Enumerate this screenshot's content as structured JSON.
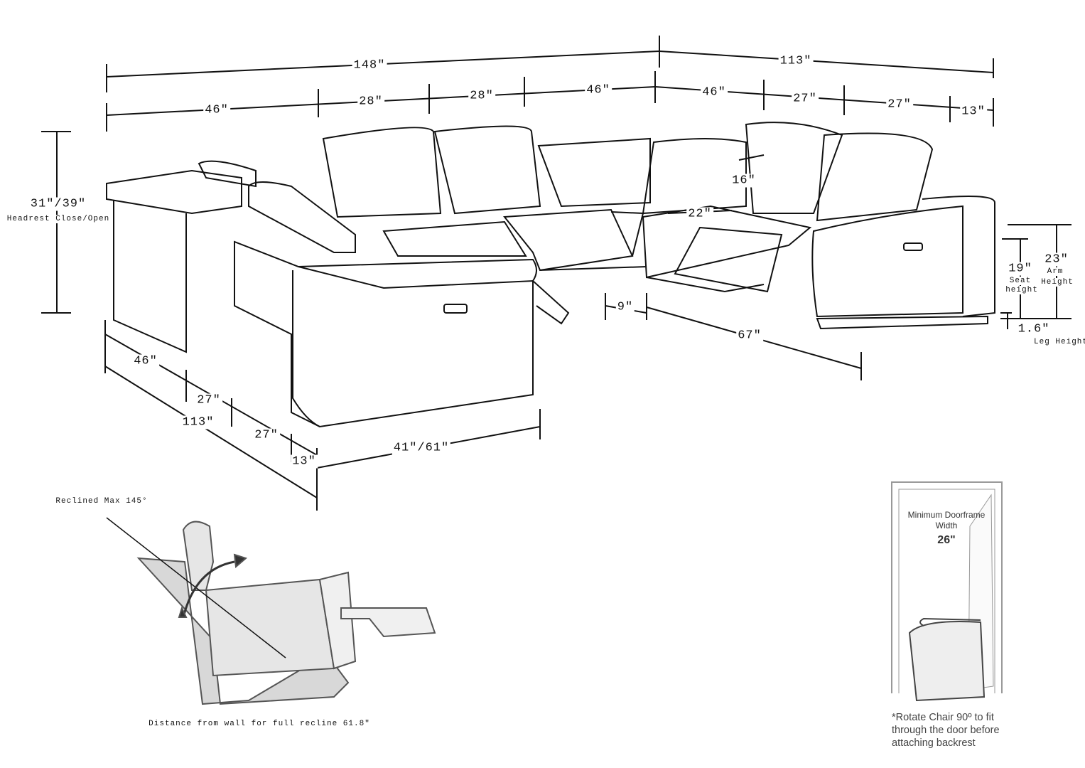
{
  "dimensions": {
    "total_back_left": "148\"",
    "total_back_right": "113\"",
    "seg_1": "46\"",
    "seg_2": "28\"",
    "seg_3": "28\"",
    "seg_4": "46\"",
    "seg_5": "46\"",
    "seg_6": "27\"",
    "seg_7": "27\"",
    "seg_8": "13\"",
    "height": "31\"/39\"",
    "height_caption": "Headrest Close/Open",
    "headrest": "16\"",
    "seat_depth": "22\"",
    "corner_gap": "9\"",
    "right_depth": "67\"",
    "seat_height": "19\"",
    "seat_height_caption_1": "Seat",
    "seat_height_caption_2": "height",
    "arm_height": "23\"",
    "arm_height_caption_1": "Arm",
    "arm_height_caption_2": "Height",
    "leg_height": "1.6\"",
    "leg_height_caption": "Leg Height",
    "side_46": "46\"",
    "side_27a": "27\"",
    "side_113": "113\"",
    "side_27b": "27\"",
    "side_13": "13\"",
    "chaise_depth": "41\"/61\""
  },
  "recline": {
    "max_label": "Reclined Max 145°",
    "wall_distance": "Distance from wall for full recline 61.8\""
  },
  "doorframe": {
    "title_1": "Minimum Doorframe",
    "title_2": "Width",
    "width": "26\"",
    "note_1": "*Rotate Chair 90º to fit",
    "note_2": "through the door before",
    "note_3": "attaching backrest"
  }
}
